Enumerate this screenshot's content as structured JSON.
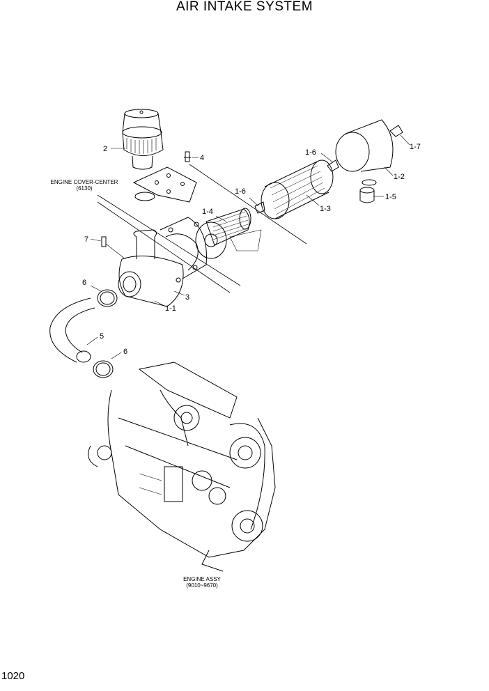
{
  "title": "AIR INTAKE SYSTEM",
  "page_number": "1020",
  "references": {
    "engine_cover": {
      "name": "ENGINE COVER-CENTER",
      "code": "(6130)"
    },
    "engine_assy": {
      "name": "ENGINE ASSY",
      "code": "(9010~9670)"
    }
  },
  "callouts": {
    "c2": "2",
    "c4": "4",
    "c1_6_top": "1-6",
    "c1_7": "1-7",
    "c1_2": "1-2",
    "c1_5": "1-5",
    "c1_6_mid": "1-6",
    "c1_3": "1-3",
    "c1_4": "1-4",
    "c7": "7",
    "c6_top": "6",
    "c3": "3",
    "c1_1": "1-1",
    "c5": "5",
    "c6_bottom": "6"
  }
}
